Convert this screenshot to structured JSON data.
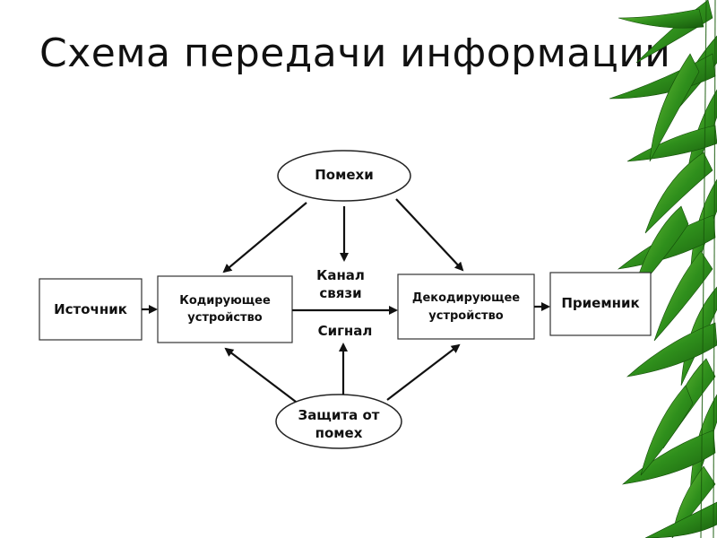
{
  "slide": {
    "title": "Схема передачи информации"
  },
  "diagram": {
    "noise": [
      "Помехи"
    ],
    "protection": [
      "Защита от",
      "помех"
    ],
    "source": [
      "Источник"
    ],
    "encoder": [
      "Кодирующее",
      "устройство"
    ],
    "channel": [
      "Канал",
      "связи"
    ],
    "signal": [
      "Сигнал"
    ],
    "decoder": [
      "Декодирующее",
      "устройство"
    ],
    "receiver": [
      "Приемник"
    ]
  },
  "colors": {
    "leaf_dark": "#1f6b12",
    "leaf_mid": "#2f8f1c",
    "leaf_light": "#6fc23a"
  }
}
